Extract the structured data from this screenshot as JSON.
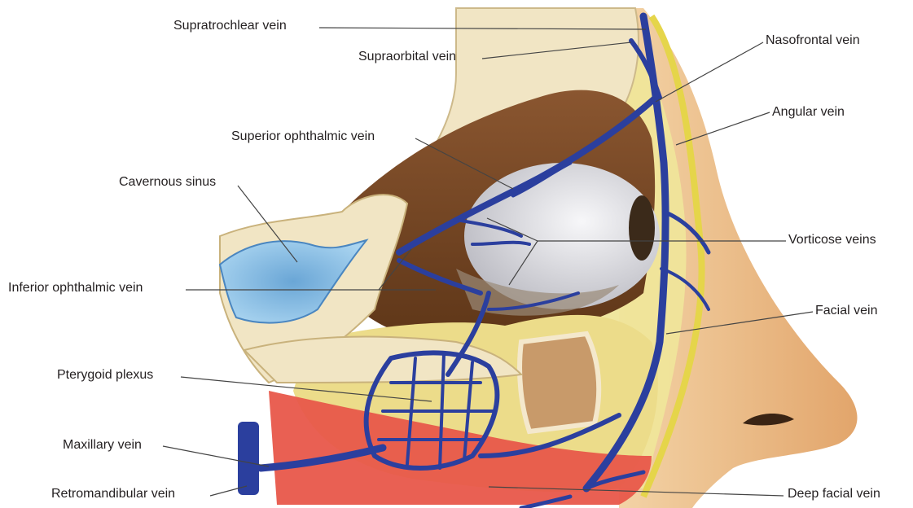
{
  "labels": {
    "supratrochlear": "Supratrochlear vein",
    "supraorbital": "Supraorbital vein",
    "nasofrontal": "Nasofrontal vein",
    "angular": "Angular vein",
    "superior_ophthalmic": "Superior ophthalmic vein",
    "cavernous_sinus": "Cavernous sinus",
    "vorticose": "Vorticose veins",
    "inferior_ophthalmic": "Inferior ophthalmic vein",
    "facial": "Facial vein",
    "pterygoid": "Pterygoid plexus",
    "maxillary": "Maxillary vein",
    "retromandibular": "Retromandibular vein",
    "deep_facial": "Deep facial vein"
  },
  "colors": {
    "vein": "#2b3f9e",
    "vein_dark": "#1c2a78",
    "sinus": "#8fc3e8",
    "bone": "#f1e5c4",
    "cavity": "#7a4a2a",
    "skin": "#e7b27a",
    "muscle": "#e8574a",
    "fat": "#f2eca0",
    "eyeball": "#e6e6ea",
    "leader_line": "#444444"
  }
}
